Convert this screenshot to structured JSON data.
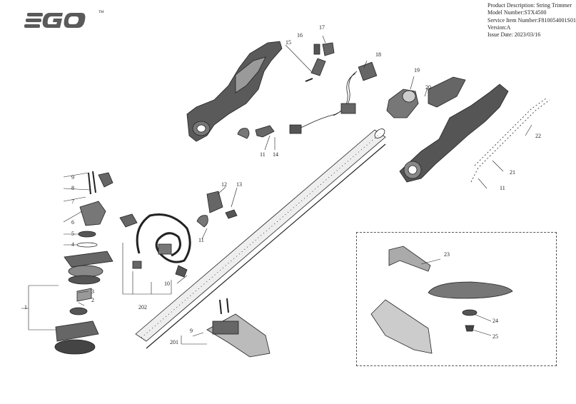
{
  "header": {
    "brand": "EGO",
    "brand_mark": "TM",
    "info_lines": [
      "Product Description: String Trimmer",
      "Model Number:STX4500",
      "Service Item Number:F810054001S01",
      "Version:A",
      "Issue Date: 2023/03/16"
    ]
  },
  "callouts": {
    "c1": "1",
    "c2": "2",
    "c3": "3",
    "c4": "4",
    "c5": "5",
    "c6": "6",
    "c7": "7",
    "c8": "8",
    "c9a": "9",
    "c9b": "9",
    "c10": "10",
    "c11a": "11",
    "c11b": "11",
    "c11c": "11",
    "c12": "12",
    "c13": "13",
    "c14": "14",
    "c15": "15",
    "c16": "16",
    "c17": "17",
    "c18": "18",
    "c19": "19",
    "c20": "20",
    "c21": "21",
    "c22": "22",
    "c23": "23",
    "c24": "24",
    "c25": "25",
    "c201": "201",
    "c202": "202"
  },
  "colors": {
    "line": "#222222",
    "part": "#3a3a3a",
    "shade": "#8a8a8a",
    "light": "#d9d9d9"
  }
}
